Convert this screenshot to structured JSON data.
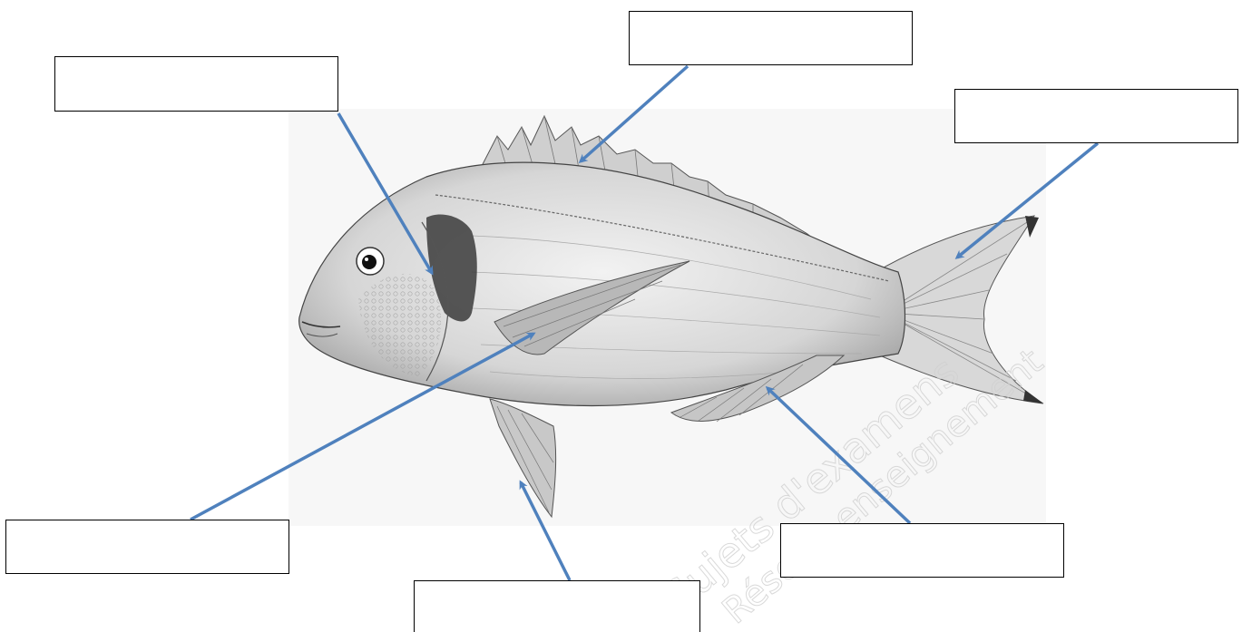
{
  "diagram": {
    "subject": "fish-side-view",
    "arrow_color": "#4f81bd",
    "watermark": "Sujets d'examens Réseau enseignement",
    "labels": [
      {
        "id": "operculum",
        "text": ""
      },
      {
        "id": "dorsal-fin",
        "text": ""
      },
      {
        "id": "caudal-fin",
        "text": ""
      },
      {
        "id": "pectoral-fin",
        "text": ""
      },
      {
        "id": "pelvic-fin",
        "text": ""
      },
      {
        "id": "anal-fin",
        "text": ""
      }
    ]
  }
}
